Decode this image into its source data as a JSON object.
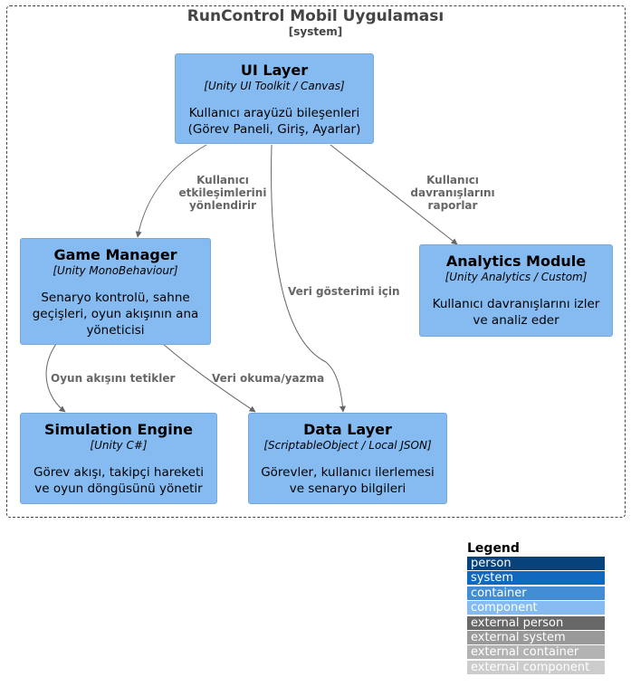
{
  "system": {
    "title": "RunControl Mobil Uygulaması",
    "subtitle": "[system]"
  },
  "components": {
    "ui_layer": {
      "title": "UI Layer",
      "tech": "[Unity UI Toolkit / Canvas]",
      "desc1": "Kullanıcı arayüzü bileşenleri",
      "desc2": "(Görev Paneli, Giriş, Ayarlar)"
    },
    "game_manager": {
      "title": "Game Manager",
      "tech": "[Unity MonoBehaviour]",
      "desc1": "Senaryo kontrolü, sahne",
      "desc2": "geçişleri, oyun akışının ana",
      "desc3": "yöneticisi"
    },
    "analytics": {
      "title": "Analytics Module",
      "tech": "[Unity Analytics / Custom]",
      "desc1": "Kullanıcı davranışlarını izler",
      "desc2": "ve analiz eder"
    },
    "simulation": {
      "title": "Simulation Engine",
      "tech": "[Unity C#]",
      "desc1": "Görev akışı, takipçi hareketi",
      "desc2": "ve oyun döngüsünü yönetir"
    },
    "data_layer": {
      "title": "Data Layer",
      "tech": "[ScriptableObject / Local JSON]",
      "desc1": "Görevler, kullanıcı ilerlemesi",
      "desc2": "ve senaryo bilgileri"
    }
  },
  "edges": {
    "ui_to_gm": [
      "Kullanıcı",
      "etkileşimlerini",
      "yönlendirir"
    ],
    "ui_to_analytics": [
      "Kullanıcı",
      "davranışlarını",
      "raporlar"
    ],
    "ui_to_data": "Veri gösterimi için",
    "gm_to_sim": "Oyun akışını tetikler",
    "gm_to_data": "Veri okuma/yazma"
  },
  "legend": {
    "title": "Legend",
    "items": [
      {
        "label": "person",
        "color": "#08427b"
      },
      {
        "label": "system",
        "color": "#1168bd"
      },
      {
        "label": "container",
        "color": "#438dd5"
      },
      {
        "label": "component",
        "color": "#85bbf0"
      },
      {
        "label": "external person",
        "color": "#686868"
      },
      {
        "label": "external system",
        "color": "#999999"
      },
      {
        "label": "external container",
        "color": "#b3b3b3"
      },
      {
        "label": "external component",
        "color": "#cccccc"
      }
    ]
  }
}
